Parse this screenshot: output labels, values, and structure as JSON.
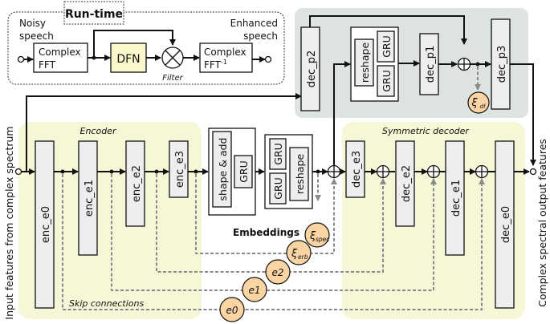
{
  "runtime": {
    "title": "Run-time",
    "input_label_1": "Noisy",
    "input_label_2": "speech",
    "output_label_1": "Enhanced",
    "output_label_2": "speech",
    "fft_1": "Complex",
    "fft_2": "FFT",
    "dfn": "DFN",
    "filter": "Filter",
    "ifft_1": "Complex",
    "ifft_2": "FFT",
    "ifft_sup": "-1"
  },
  "axis_labels": {
    "input": "Input features from complex spectrum",
    "output": "Complex spectral output features"
  },
  "encoder": {
    "title": "Encoder",
    "blocks": [
      "enc_e0",
      "enc_e1",
      "enc_e2",
      "enc_e3"
    ],
    "shape_add": "shape & add",
    "gru": "GRU"
  },
  "bottleneck": {
    "gru_a": "GRU",
    "gru_b": "GRU",
    "reshape": "reshape"
  },
  "df_path": {
    "dec_p2": "dec_p2",
    "reshape": "reshape",
    "gru_a": "GRU",
    "gru_b": "GRU",
    "dec_p1": "dec_p1",
    "dec_p3": "dec_p3",
    "xi_df_sym": "ξ",
    "xi_df_sub": "df"
  },
  "decoder": {
    "title": "Symmetric decoder",
    "blocks": [
      "dec_e3",
      "dec_e2",
      "dec_e1",
      "dec_e0"
    ]
  },
  "embeddings": {
    "title": "Embeddings",
    "items": [
      {
        "sym": "ξ",
        "sub": "spec"
      },
      {
        "sym": "ξ",
        "sub": "erb"
      },
      {
        "sym": "e2",
        "sub": ""
      },
      {
        "sym": "e1",
        "sub": ""
      },
      {
        "sym": "e0",
        "sub": ""
      }
    ]
  },
  "skip_label": "Skip connections",
  "colors": {
    "yellow_bg": "#f6f7d6",
    "gray_bg": "#dde3e1",
    "block_fill": "#eeeeee",
    "dfn_fill": "#fbf8cc",
    "embed_fill": "#fbd4a4",
    "dashed": "#8a8a8a"
  }
}
